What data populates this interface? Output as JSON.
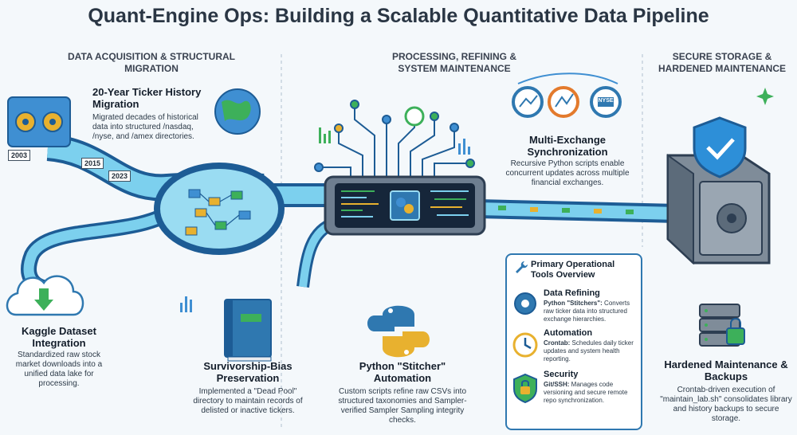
{
  "title": "Quant-Engine Ops: Building a Scalable Quantitative Data Pipeline",
  "sections": {
    "s1": "DATA ACQUISITION & STRUCTURAL MIGRATION",
    "s2": "PROCESSING, REFINING & SYSTEM MAINTENANCE",
    "s3": "SECURE STORAGE & HARDENED MAINTENANCE"
  },
  "film_years": [
    "2003",
    "2015",
    "2023"
  ],
  "nyse_label": "NYSE",
  "blocks": {
    "ticker": {
      "title": "20-Year Ticker History Migration",
      "desc": "Migrated decades of historical data into structured /nasdaq, /nyse, and /amex directories."
    },
    "kaggle": {
      "title": "Kaggle Dataset Integration",
      "desc": "Standardized raw stock market downloads into a unified data lake for processing."
    },
    "survivor": {
      "title": "Survivorship-Bias Preservation",
      "desc": "Implemented a \"Dead Pool\" directory to maintain records of delisted or inactive tickers."
    },
    "stitcher": {
      "title": "Python \"Stitcher\" Automation",
      "desc": "Custom scripts refine raw CSVs into structured taxonomies and Sampler-verified Sampler Sampling integrity checks."
    },
    "multi": {
      "title": "Multi-Exchange Synchronization",
      "desc": "Recursive Python scripts enable concurrent updates across multiple financial exchanges."
    },
    "hardened": {
      "title": "Hardened Maintenance & Backups",
      "desc": "Crontab-driven execution of \"maintain_lab.sh\" consolidates library and history backups to secure storage."
    }
  },
  "tools": {
    "title": "Primary Operational Tools Overview",
    "items": [
      {
        "name": "Data Refining",
        "tool": "Python \"Stitchers\":",
        "desc": " Converts raw ticker data into structured exchange hierarchies."
      },
      {
        "name": "Automation",
        "tool": "Crontab:",
        "desc": " Schedules daily ticker updates and system health reporting."
      },
      {
        "name": "Security",
        "tool": "Git/SSH:",
        "desc": " Manages code versioning and secure remote repo synchronization."
      }
    ]
  },
  "colors": {
    "pipe": "#3f8fd2",
    "pipe_dark": "#1d5c95",
    "water": "#7cd0ee",
    "green": "#3db05a",
    "shield": "#2d8fd8",
    "accent": "#2f78b0"
  }
}
